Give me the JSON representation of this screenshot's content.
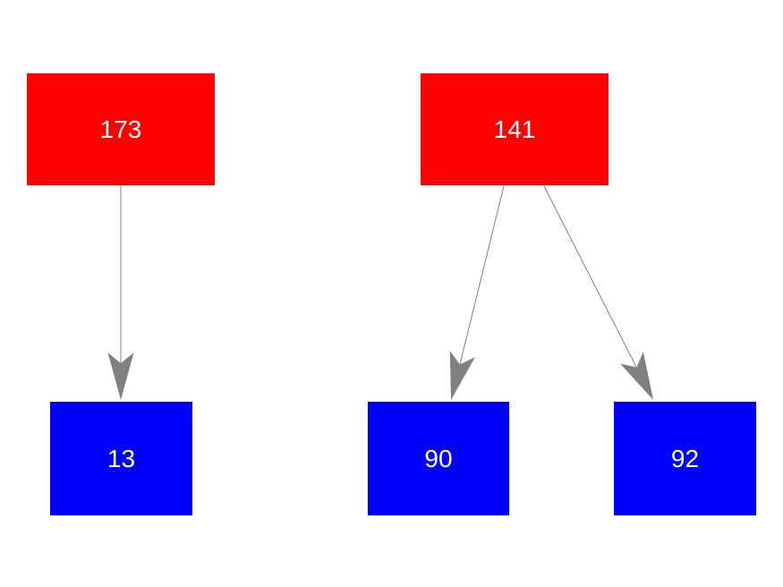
{
  "diagram": {
    "background_color": "#ffffff",
    "node_text_color": "#ffffff",
    "edge_color": "#808080",
    "parent_node_color": "#ff0000",
    "child_node_color": "#0000ff",
    "nodes": [
      {
        "id": "173",
        "label": "173",
        "role": "parent",
        "color": "#ff0000"
      },
      {
        "id": "141",
        "label": "141",
        "role": "parent",
        "color": "#ff0000"
      },
      {
        "id": "13",
        "label": "13",
        "role": "child",
        "color": "#0000ff"
      },
      {
        "id": "90",
        "label": "90",
        "role": "child",
        "color": "#0000ff"
      },
      {
        "id": "92",
        "label": "92",
        "role": "child",
        "color": "#0000ff"
      }
    ],
    "edges": [
      {
        "from": "173",
        "to": "13"
      },
      {
        "from": "141",
        "to": "90"
      },
      {
        "from": "141",
        "to": "92"
      }
    ]
  }
}
